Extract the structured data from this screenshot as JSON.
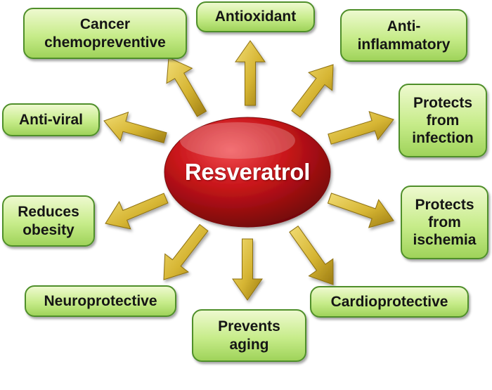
{
  "center": {
    "label": "Resveratrol",
    "color": "#c8151a"
  },
  "arrow_color": "#d6b533",
  "box_colors": {
    "border": "#4f8f2a",
    "fill_top": "#eef9cf",
    "fill_bottom": "#9fd35a"
  },
  "effects": [
    {
      "id": "cancer-chemopreventive",
      "lines": [
        "Cancer",
        "chemopreventive"
      ]
    },
    {
      "id": "antioxidant",
      "lines": [
        "Antioxidant"
      ]
    },
    {
      "id": "anti-inflammatory",
      "lines": [
        "Anti-",
        "inflammatory"
      ]
    },
    {
      "id": "anti-viral",
      "lines": [
        "Anti-viral"
      ]
    },
    {
      "id": "protects-from-infection",
      "lines": [
        "Protects",
        "from",
        "infection"
      ]
    },
    {
      "id": "reduces-obesity",
      "lines": [
        "Reduces",
        "obesity"
      ]
    },
    {
      "id": "protects-from-ischemia",
      "lines": [
        "Protects",
        "from",
        "ischemia"
      ]
    },
    {
      "id": "neuroprotective",
      "lines": [
        "Neuroprotective"
      ]
    },
    {
      "id": "cardioprotective",
      "lines": [
        "Cardioprotective"
      ]
    },
    {
      "id": "prevents-aging",
      "lines": [
        "Prevents",
        "aging"
      ]
    }
  ]
}
